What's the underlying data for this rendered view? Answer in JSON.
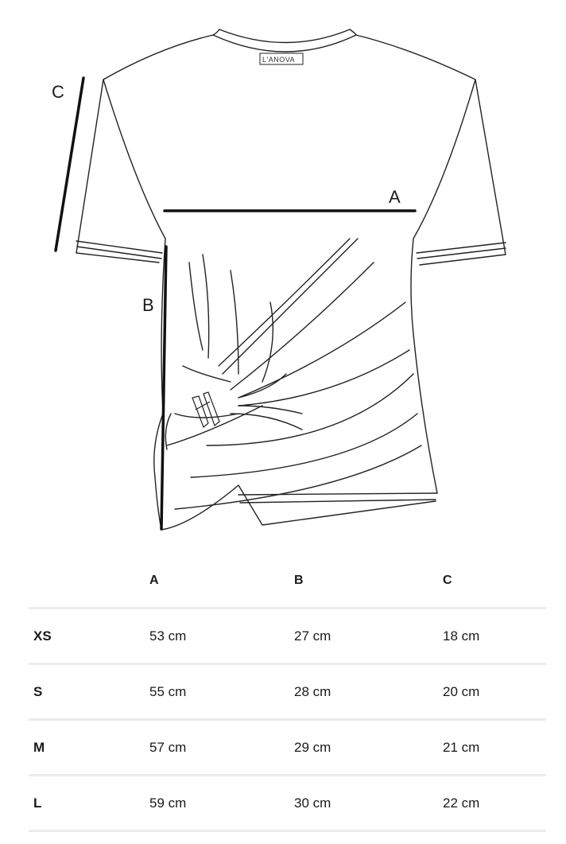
{
  "diagram": {
    "brand_label": "L'ANOVA",
    "measure_labels": {
      "a": "A",
      "b": "B",
      "c": "C"
    }
  },
  "table": {
    "headers": [
      "",
      "A",
      "B",
      "C"
    ],
    "rows": [
      {
        "size": "XS",
        "a": "53 cm",
        "b": "27 cm",
        "c": "18 cm"
      },
      {
        "size": "S",
        "a": "55 cm",
        "b": "28 cm",
        "c": "20 cm"
      },
      {
        "size": "M",
        "a": "57 cm",
        "b": "29 cm",
        "c": "21 cm"
      },
      {
        "size": "L",
        "a": "59 cm",
        "b": "30 cm",
        "c": "22 cm"
      }
    ]
  }
}
